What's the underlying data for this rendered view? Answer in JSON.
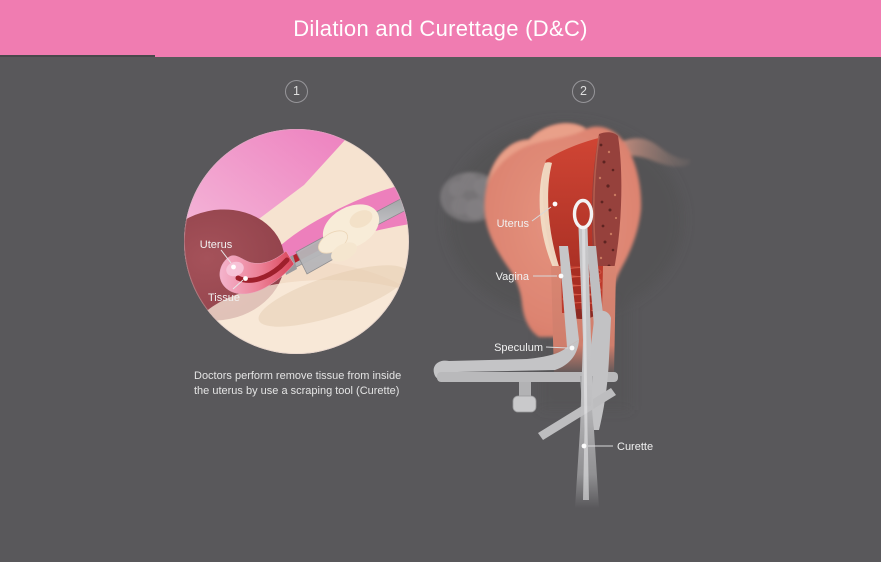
{
  "header": {
    "title": "Dilation and Curettage (D&C)",
    "bg_color": "#f07cb1",
    "text_color": "#ffffff"
  },
  "canvas": {
    "bg_color": "#59585b"
  },
  "panels": [
    {
      "step": "1",
      "illustration": "curette-scraping-tissue-closeup",
      "labels": {
        "uterus": "Uterus",
        "tissue": "Tissue"
      },
      "caption": {
        "line1": "Doctors perform remove tissue from inside",
        "line2": "the uterus by use a scraping tool (Curette)"
      }
    },
    {
      "step": "2",
      "illustration": "uterus-cross-section-with-speculum-and-curette",
      "labels": {
        "uterus": "Uterus",
        "vagina": "Vagina",
        "speculum": "Speculum",
        "curette": "Curette"
      }
    }
  ],
  "illustration_colors": {
    "skin_cream": "#f6e3d0",
    "pink_band": "#ee86c1",
    "uterus_cavity_maroon": "#9d4b53",
    "tissue_pink": "#ec7f95",
    "blood_red": "#b2232c",
    "uterus_wall_salmon": "#df8b76",
    "inner_cavity_red": "#c0392b",
    "endometrium_dark": "#96413c",
    "instrument_gray": "#c2c2c4",
    "label_text": "#f1f1f1"
  }
}
